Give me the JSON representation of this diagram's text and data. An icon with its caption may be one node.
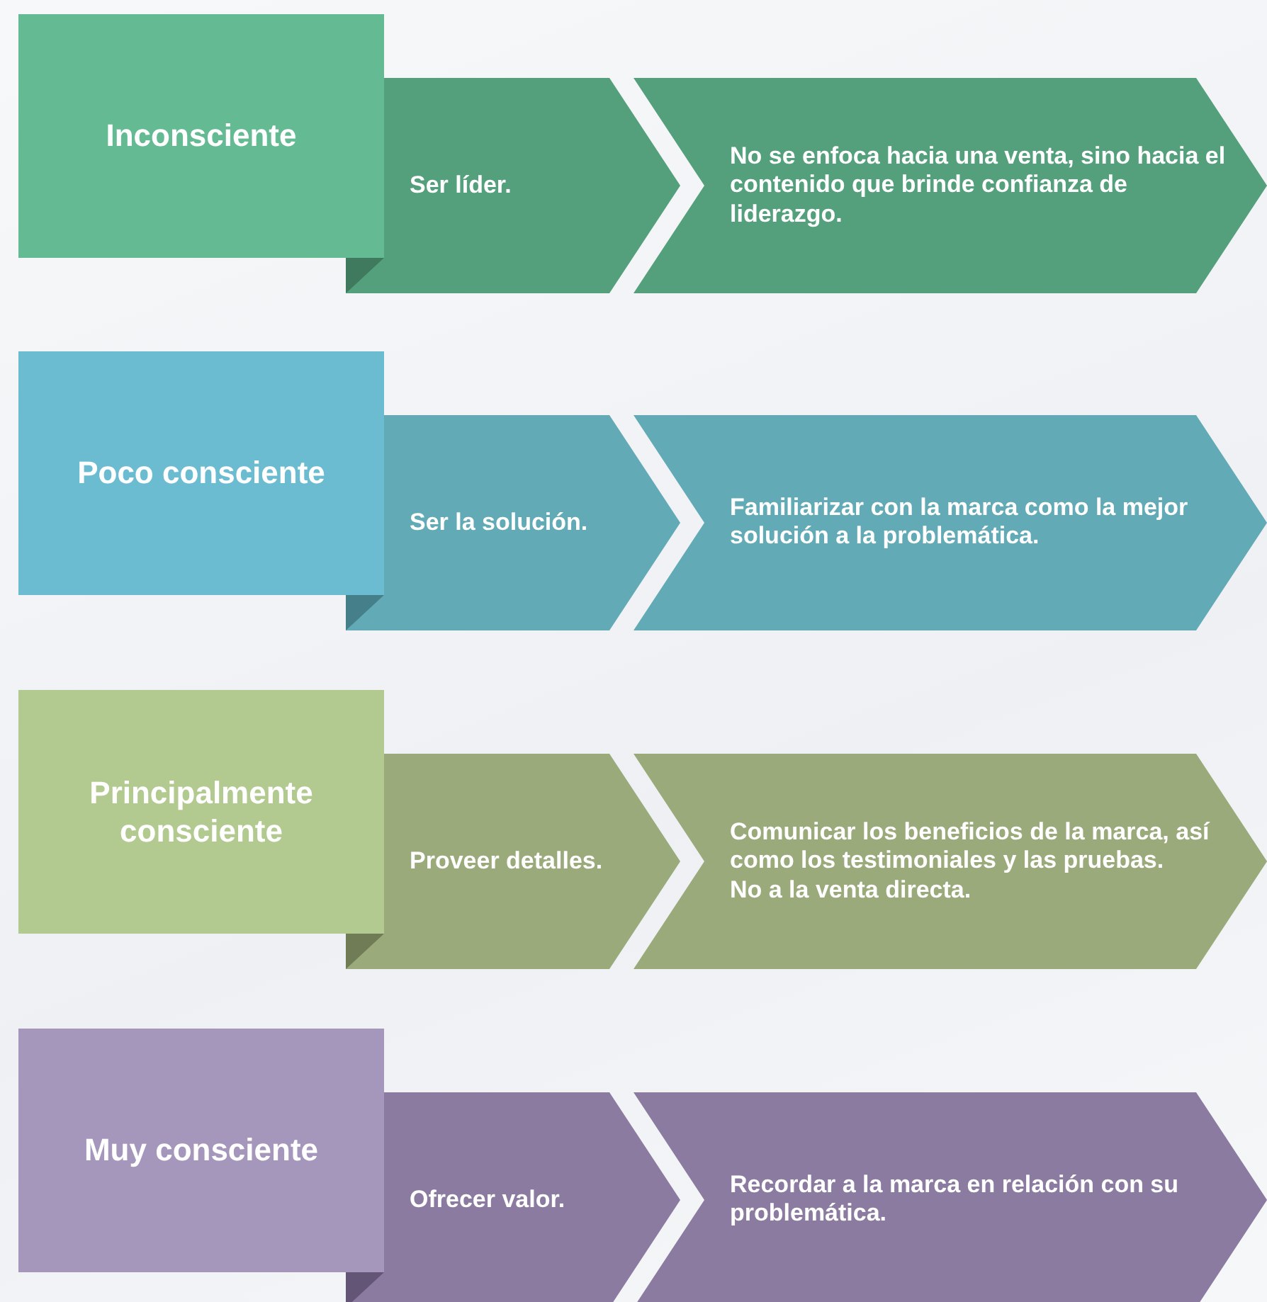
{
  "diagram": {
    "nodes": [
      {
        "text": [
          "Inconsciente"
        ]
      },
      {
        "text": [
          "Ser líder."
        ]
      },
      {
        "text": [
          "No se enfoca hacia una venta, sino hacia el contenido que brinde confianza de liderazgo."
        ]
      },
      {
        "text": [
          "Poco consciente"
        ]
      },
      {
        "text": [
          "Ser la solución."
        ]
      },
      {
        "text": [
          "Familiarizar con la marca como la mejor solución a la problemática."
        ]
      },
      {
        "text": [
          "Principalmente consciente"
        ]
      },
      {
        "text": [
          "Proveer detalles."
        ]
      },
      {
        "text": [
          "Comunicar los beneficios de la marca, así como los testimoniales y las pruebas.",
          "No a la venta directa."
        ]
      },
      {
        "text": [
          "Muy consciente"
        ]
      },
      {
        "text": [
          "Ofrecer valor."
        ]
      },
      {
        "text": [
          "Recordar a la marca en relación con su problemática."
        ]
      }
    ]
  }
}
